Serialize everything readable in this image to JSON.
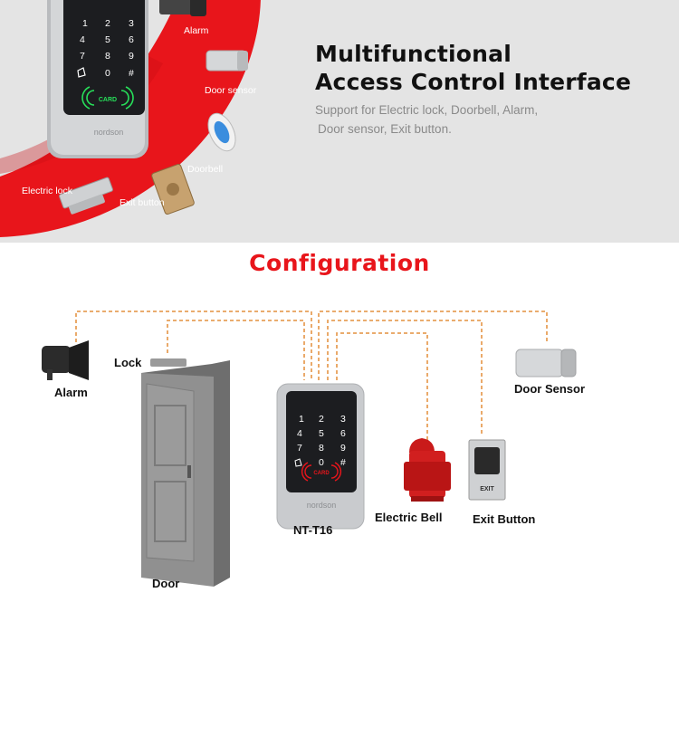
{
  "banner": {
    "headline_line1": "Multifunctional",
    "headline_line2": "Access Control Interface",
    "sub_line1": "Support for Electric lock, Doorbell, Alarm,",
    "sub_line2": "Door sensor, Exit button.",
    "arc_labels": {
      "alarm": "Alarm",
      "door_sensor": "Door sensor",
      "doorbell": "Doorbell",
      "exit_button": "Exit button",
      "electric_lock": "Electric lock"
    },
    "keypad_keys": [
      "1",
      "2",
      "3",
      "4",
      "5",
      "6",
      "7",
      "8",
      "9",
      "",
      "0",
      "#"
    ],
    "card_text": "CARD",
    "brand": "nordson"
  },
  "configuration": {
    "title": "Configuration",
    "labels": {
      "alarm": "Alarm",
      "lock": "Lock",
      "door": "Door",
      "device": "NT-T16",
      "electric_bell": "Electric Bell",
      "exit_button": "Exit Button",
      "door_sensor": "Door Sensor"
    },
    "keypad_keys": [
      "1",
      "2",
      "3",
      "4",
      "5",
      "6",
      "7",
      "8",
      "9",
      "",
      "0",
      "#"
    ],
    "card_text": "CARD",
    "brand": "nordson",
    "exit_plate_text": "EXIT"
  },
  "colors": {
    "accent_red": "#e8151b",
    "wire_orange": "#e8a05a",
    "banner_bg": "#e4e4e4"
  }
}
